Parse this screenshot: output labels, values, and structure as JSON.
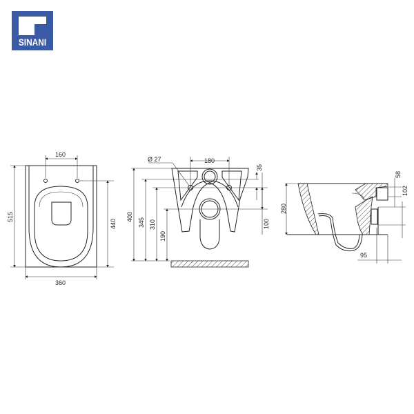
{
  "logo": {
    "brand": "SINANI",
    "color": "#3a5aa6"
  },
  "views": {
    "top": {
      "dims": {
        "hole_spacing": "160",
        "length": "515",
        "width": "360",
        "depth": "440"
      }
    },
    "rear": {
      "dims": {
        "inlet_diameter": "Ø 27",
        "fixing_spacing": "180",
        "height_total": "400",
        "height_345": "345",
        "height_310": "310",
        "height_190": "190",
        "offset_35": "35",
        "offset_100": "100"
      }
    },
    "side": {
      "dims": {
        "height": "280",
        "top_58": "58",
        "range_102": "102",
        "depth_95": "95"
      }
    }
  }
}
